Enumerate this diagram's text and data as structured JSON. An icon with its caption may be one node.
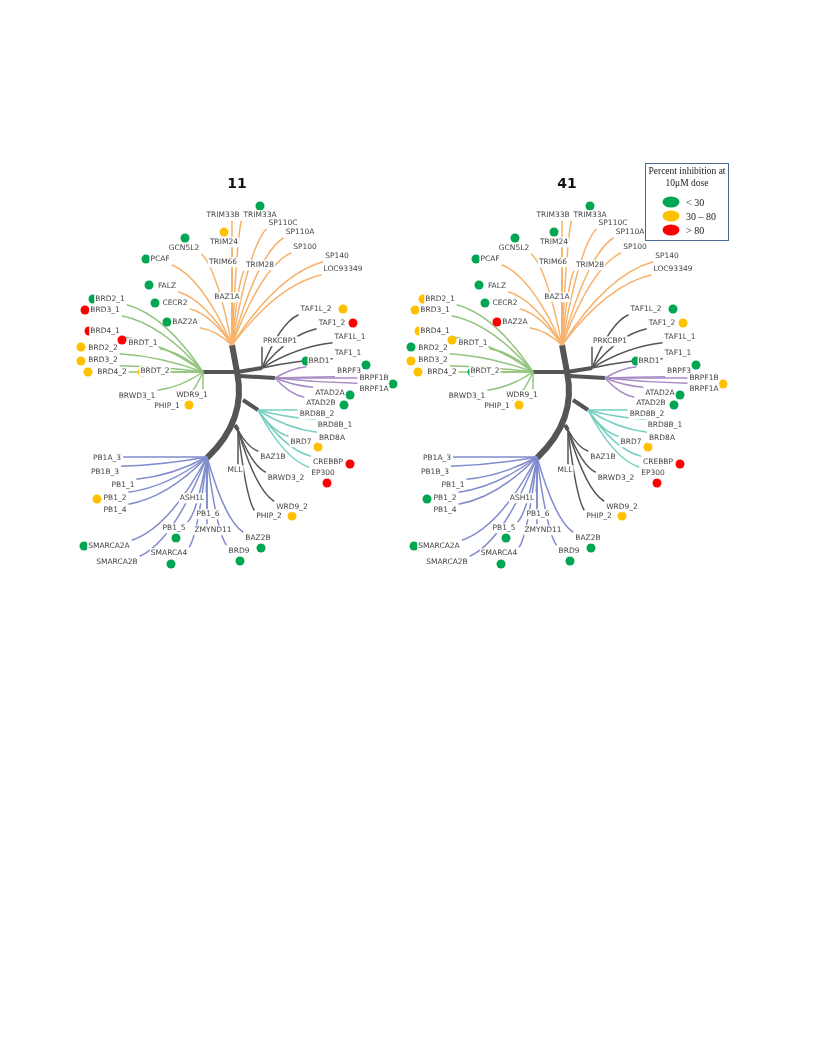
{
  "diagram": {
    "labels": [
      "11",
      "TRIM33B",
      "TRIM33A",
      "SP110C",
      "SP110A",
      "TRIM24",
      "GCN5L2",
      "SP100",
      "PCAF",
      "TRIM66",
      "TRIM28",
      "SP140",
      "LOC93349",
      "FALZ",
      "BAZ1A",
      "BRD2_1",
      "CECR2",
      "BRD3_1",
      "TAF1L_2",
      "BAZ2A",
      "TAF1_2",
      "BRD4_1",
      "PRKCBP1",
      "TAF1L_1",
      "BRDT_1",
      "BRD2_2",
      "TAF1_1",
      "BRD3_2",
      "BRD1",
      "BRD4_2",
      "BRDT_2",
      "BRPF3",
      "BRPF1B",
      "BRPF1A",
      "BRWD3_1",
      "WDR9_1",
      "PHIP_1",
      "ATAD2A",
      "ATAD2B",
      "BRD8B_2",
      "BRD8B_1",
      "BRD8A",
      "BRD7",
      "BAZ1B",
      "CREBBP",
      "EP300",
      "PB1A_3",
      "PB1B_3",
      "MLL",
      "PB1_1",
      "BRWD3_2",
      "ASH1L",
      "PB1_2",
      "PB1_4",
      "WRD9_2",
      "PB1_6",
      "PHIP_2",
      "ZMYND11",
      "PB1_5",
      "BAZ2B",
      "SMARCA2A",
      "SMARCA4",
      "BRD9",
      "SMARCA2B",
      "41",
      "TRIM33B",
      "TRIM33A",
      "SP110C",
      "SP110A",
      "TRIM24",
      "GCN5L2",
      "SP100",
      "PCAF",
      "TRIM66",
      "TRIM28",
      "SP140",
      "LOC93349",
      "FALZ",
      "BAZ1A",
      "BRD2_1",
      "CECR2",
      "BRD3_1",
      "TAF1L_2",
      "BAZ2A",
      "TAF1_2",
      "BRD4_1",
      "PRKCBP1",
      "TAF1L_1",
      "BRDT_1",
      "BRD2_2",
      "TAF1_1",
      "BRD3_2",
      "BRD1",
      "BRD4_2",
      "BRDT_2",
      "BRPF3",
      "BRPF1B",
      "BRPF1A",
      "BRWD3_1",
      "WDR9_1",
      "PHIP_1",
      "ATAD2A",
      "ATAD2B",
      "BRD8B_2",
      "BRD8B_1",
      "BRD8A",
      "BRD7",
      "BAZ1B",
      "CREBBP",
      "EP300",
      "PB1A_3",
      "PB1B_3",
      "MLL",
      "PB1_1",
      "BRWD3_2",
      "ASH1L",
      "PB1_2",
      "PB1_4",
      "WRD9_2",
      "PB1_6",
      "PHIP_2",
      "ZMYND11",
      "PB1_5",
      "BAZ2B",
      "SMARCA2A",
      "SMARCA4",
      "BRD9",
      "SMARCA2B",
      "Percent inhibition at 10μM dose"
    ],
    "legend": [
      {
        "text": "< 30",
        "color": "#00a651"
      },
      {
        "text": "30 – 80",
        "color": "#ffc000"
      },
      {
        "text": "> 80",
        "color": "#ff0000"
      }
    ]
  }
}
